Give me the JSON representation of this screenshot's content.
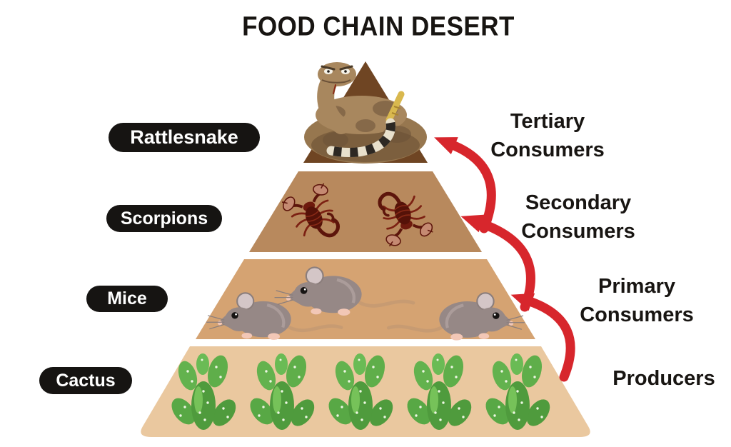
{
  "title": "FOOD CHAIN DESERT",
  "palette": {
    "background": "#ffffff",
    "text": "#181512",
    "pill_bg": "#161412",
    "pill_text": "#ffffff",
    "arrow": "#d7262c"
  },
  "pyramid": {
    "levels": [
      {
        "id": "rattlesnake",
        "label": "Rattlesnake",
        "trophic_role": "Tertiary Consumers",
        "organism_count": 1,
        "fill": "#6f4523",
        "illustration": "rattlesnake-icon"
      },
      {
        "id": "scorpions",
        "label": "Scorpions",
        "trophic_role": "Secondary Consumers",
        "organism_count": 2,
        "fill": "#b8895d",
        "illustration": "scorpion-icon"
      },
      {
        "id": "mice",
        "label": "Mice",
        "trophic_role": "Primary Consumers",
        "organism_count": 3,
        "fill": "#d5a372",
        "illustration": "mouse-icon"
      },
      {
        "id": "cactus",
        "label": "Cactus",
        "trophic_role": "Producers",
        "organism_count": 5,
        "fill": "#eac89f",
        "illustration": "cactus-icon"
      }
    ]
  },
  "right_labels": [
    {
      "line1": "Tertiary",
      "line2": "Consumers"
    },
    {
      "line1": "Secondary",
      "line2": "Consumers"
    },
    {
      "line1": "Primary",
      "line2": "Consumers"
    },
    {
      "line1": "Producers",
      "line2": ""
    }
  ],
  "arrows": {
    "color": "#d7262c",
    "count": 3,
    "direction": "pointing up the pyramid levels"
  }
}
